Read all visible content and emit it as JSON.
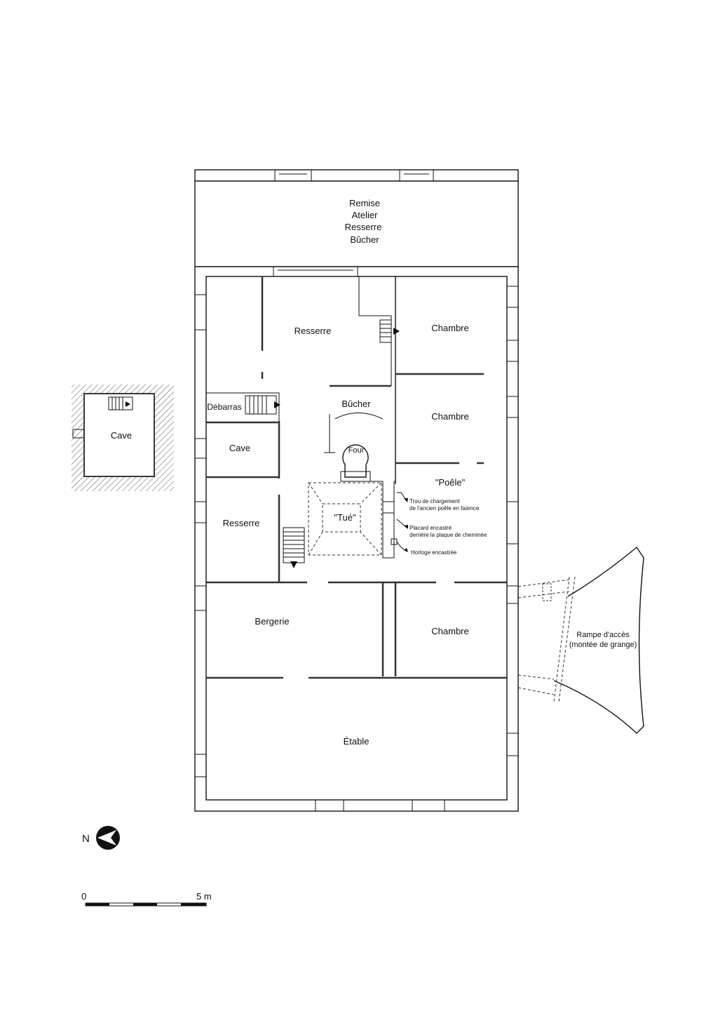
{
  "plan": {
    "rooms": {
      "remise": [
        "Remise",
        "Atelier",
        "Resserre",
        "Bûcher"
      ],
      "resserre_top": "Resserre",
      "chambre_1": "Chambre",
      "chambre_2": "Chambre",
      "debarras": "Débarras",
      "bucher": "Bûcher",
      "cave": "Cave",
      "four": "Four",
      "poele": "\"Poêle\"",
      "tue": "\"Tué\"",
      "resserre_bottom": "Resserre",
      "bergerie": "Bergerie",
      "chambre_3": "Chambre",
      "etable": "Étable",
      "rampe": [
        "Rampe d'accès",
        "(montée de grange)"
      ],
      "cave_detached": "Cave"
    },
    "annotations": {
      "trou": [
        "Trou de chargement",
        "de l'ancien poêle en faïence"
      ],
      "placard": [
        "Placard encastré",
        "derrière la plaque de cheminée"
      ],
      "horloge": "Horloge encastrée"
    }
  },
  "north": {
    "label": "N",
    "icon": "north-arrow-icon"
  },
  "scale": {
    "start": "0",
    "end": "5 m"
  }
}
